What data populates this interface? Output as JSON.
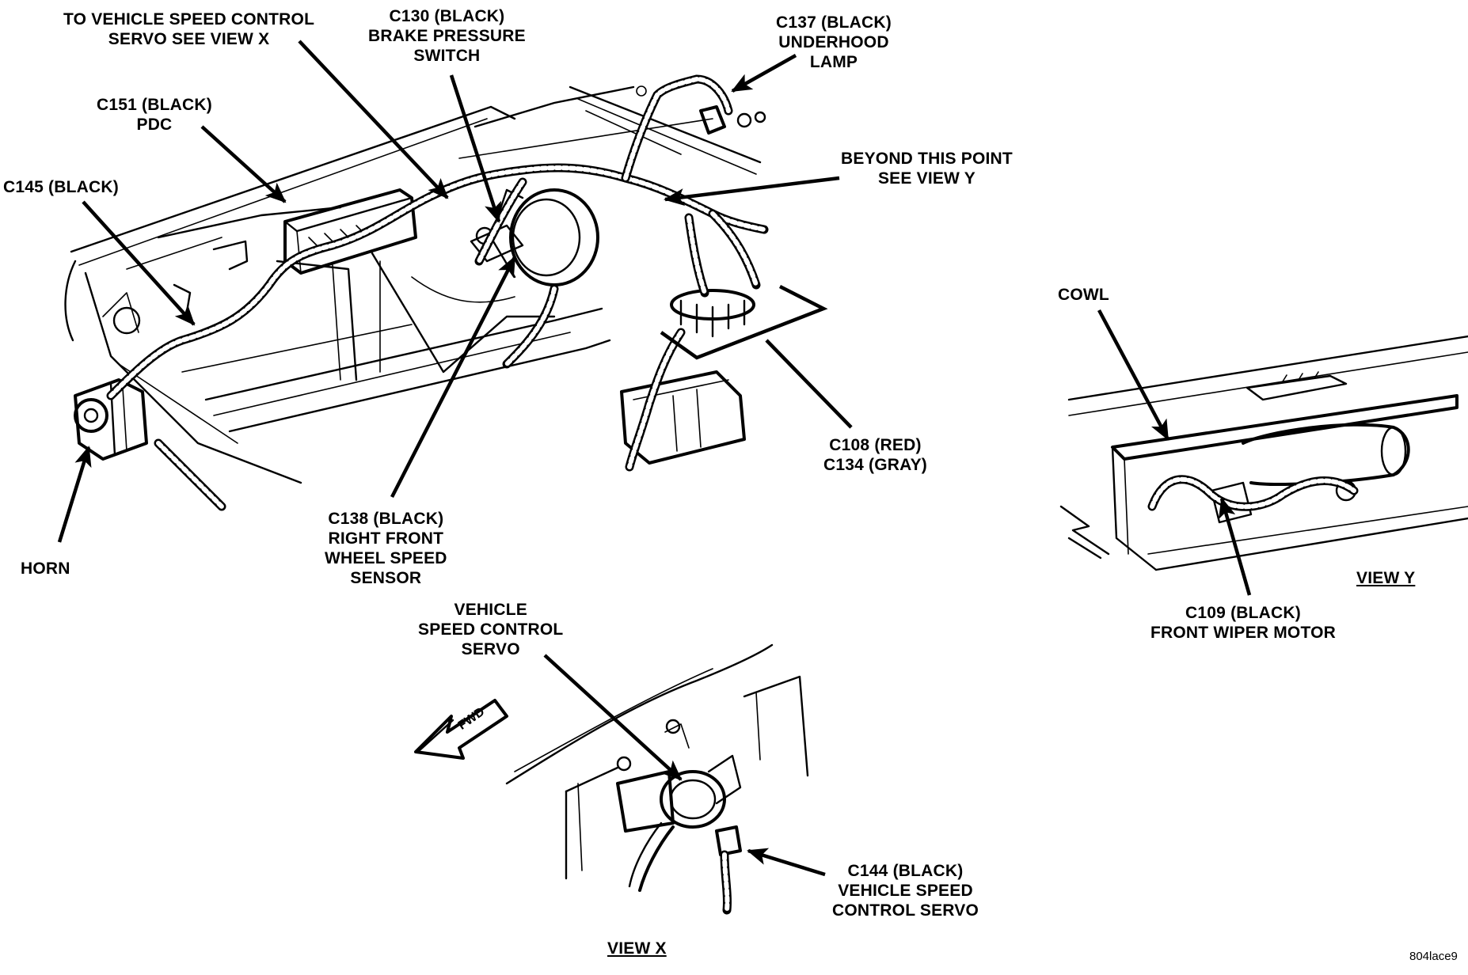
{
  "labels": {
    "to_servo": [
      "TO VEHICLE SPEED CONTROL",
      "SERVO SEE VIEW X"
    ],
    "c130": [
      "C130 (BLACK)",
      "BRAKE PRESSURE",
      "SWITCH"
    ],
    "c137": [
      "C137 (BLACK)",
      "UNDERHOOD",
      "LAMP"
    ],
    "c151": [
      "C151 (BLACK)",
      "PDC"
    ],
    "c145": [
      "C145 (BLACK)"
    ],
    "beyond": [
      "BEYOND THIS POINT",
      "SEE VIEW Y"
    ],
    "cowl": [
      "COWL"
    ],
    "c108": [
      "C108 (RED)",
      "C134 (GRAY)"
    ],
    "horn": [
      "HORN"
    ],
    "c138": [
      "C138 (BLACK)",
      "RIGHT FRONT",
      "WHEEL SPEED",
      "SENSOR"
    ],
    "view_y": "VIEW Y",
    "c109": [
      "C109 (BLACK)",
      "FRONT WIPER MOTOR"
    ],
    "servo": [
      "VEHICLE",
      "SPEED CONTROL",
      "SERVO"
    ],
    "fwd": "FWD",
    "c144": [
      "C144 (BLACK)",
      "VEHICLE SPEED",
      "CONTROL SERVO"
    ],
    "view_x": "VIEW X",
    "figure_code": "804lace9"
  }
}
